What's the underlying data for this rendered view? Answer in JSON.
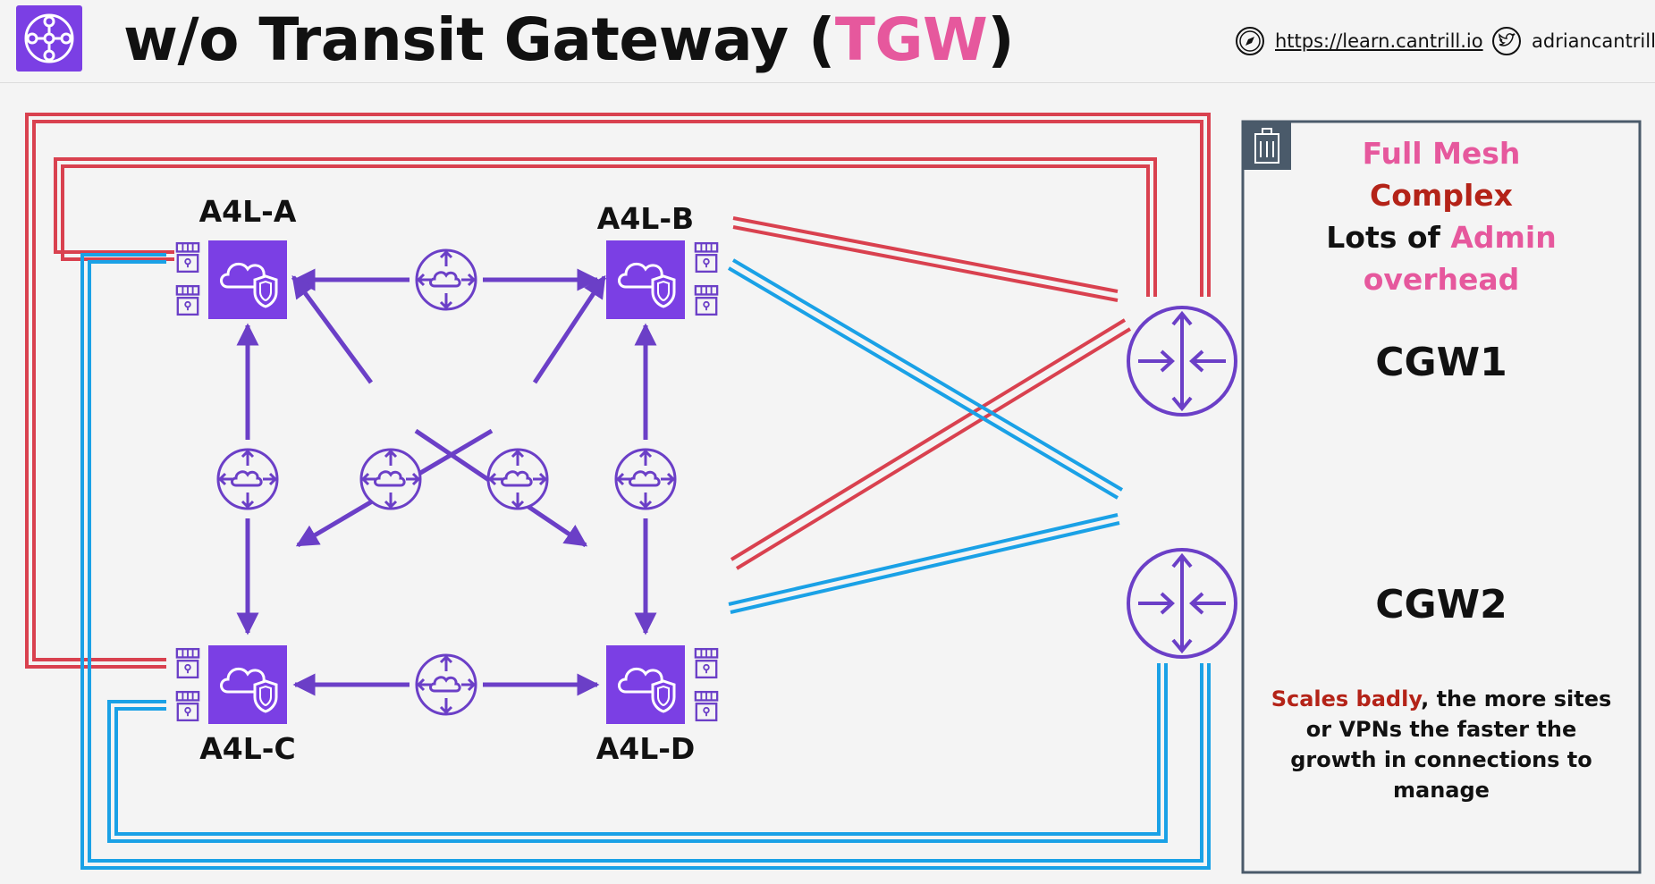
{
  "header": {
    "title_prefix": "w/o Transit Gateway (",
    "title_accent": "TGW",
    "title_suffix": ")",
    "website_link": "https://learn.cantrill.io",
    "twitter_handle": "adriancantrill",
    "website_icon": "compass-icon",
    "twitter_icon": "twitter-icon",
    "logo_icon": "transit-gateway-icon"
  },
  "vpcs": {
    "a": {
      "label": "A4L-A"
    },
    "b": {
      "label": "A4L-B"
    },
    "c": {
      "label": "A4L-C"
    },
    "d": {
      "label": "A4L-D"
    }
  },
  "gateways": {
    "cgw1": {
      "label": "CGW1"
    },
    "cgw2": {
      "label": "CGW2"
    }
  },
  "panel": {
    "line1": "Full Mesh",
    "line2": "Complex",
    "line3_a": "Lots of ",
    "line3_b": "Admin",
    "line4": "overhead",
    "note_highlight": "Scales badly",
    "note_1": ", the more sites",
    "note_2": "or VPNs the faster the",
    "note_3": "growth in connections to",
    "note_4": "manage",
    "building_icon": "corporate-data-center-icon"
  },
  "colors": {
    "accent_pink": "#e6589d",
    "accent_red": "#b42318",
    "vpn_red": "#d9414f",
    "vpn_blue": "#1aa1e6",
    "aws_purple": "#7b3fe4",
    "peering_purple": "#6b3fc7",
    "panel_border": "#4a5a6a"
  }
}
